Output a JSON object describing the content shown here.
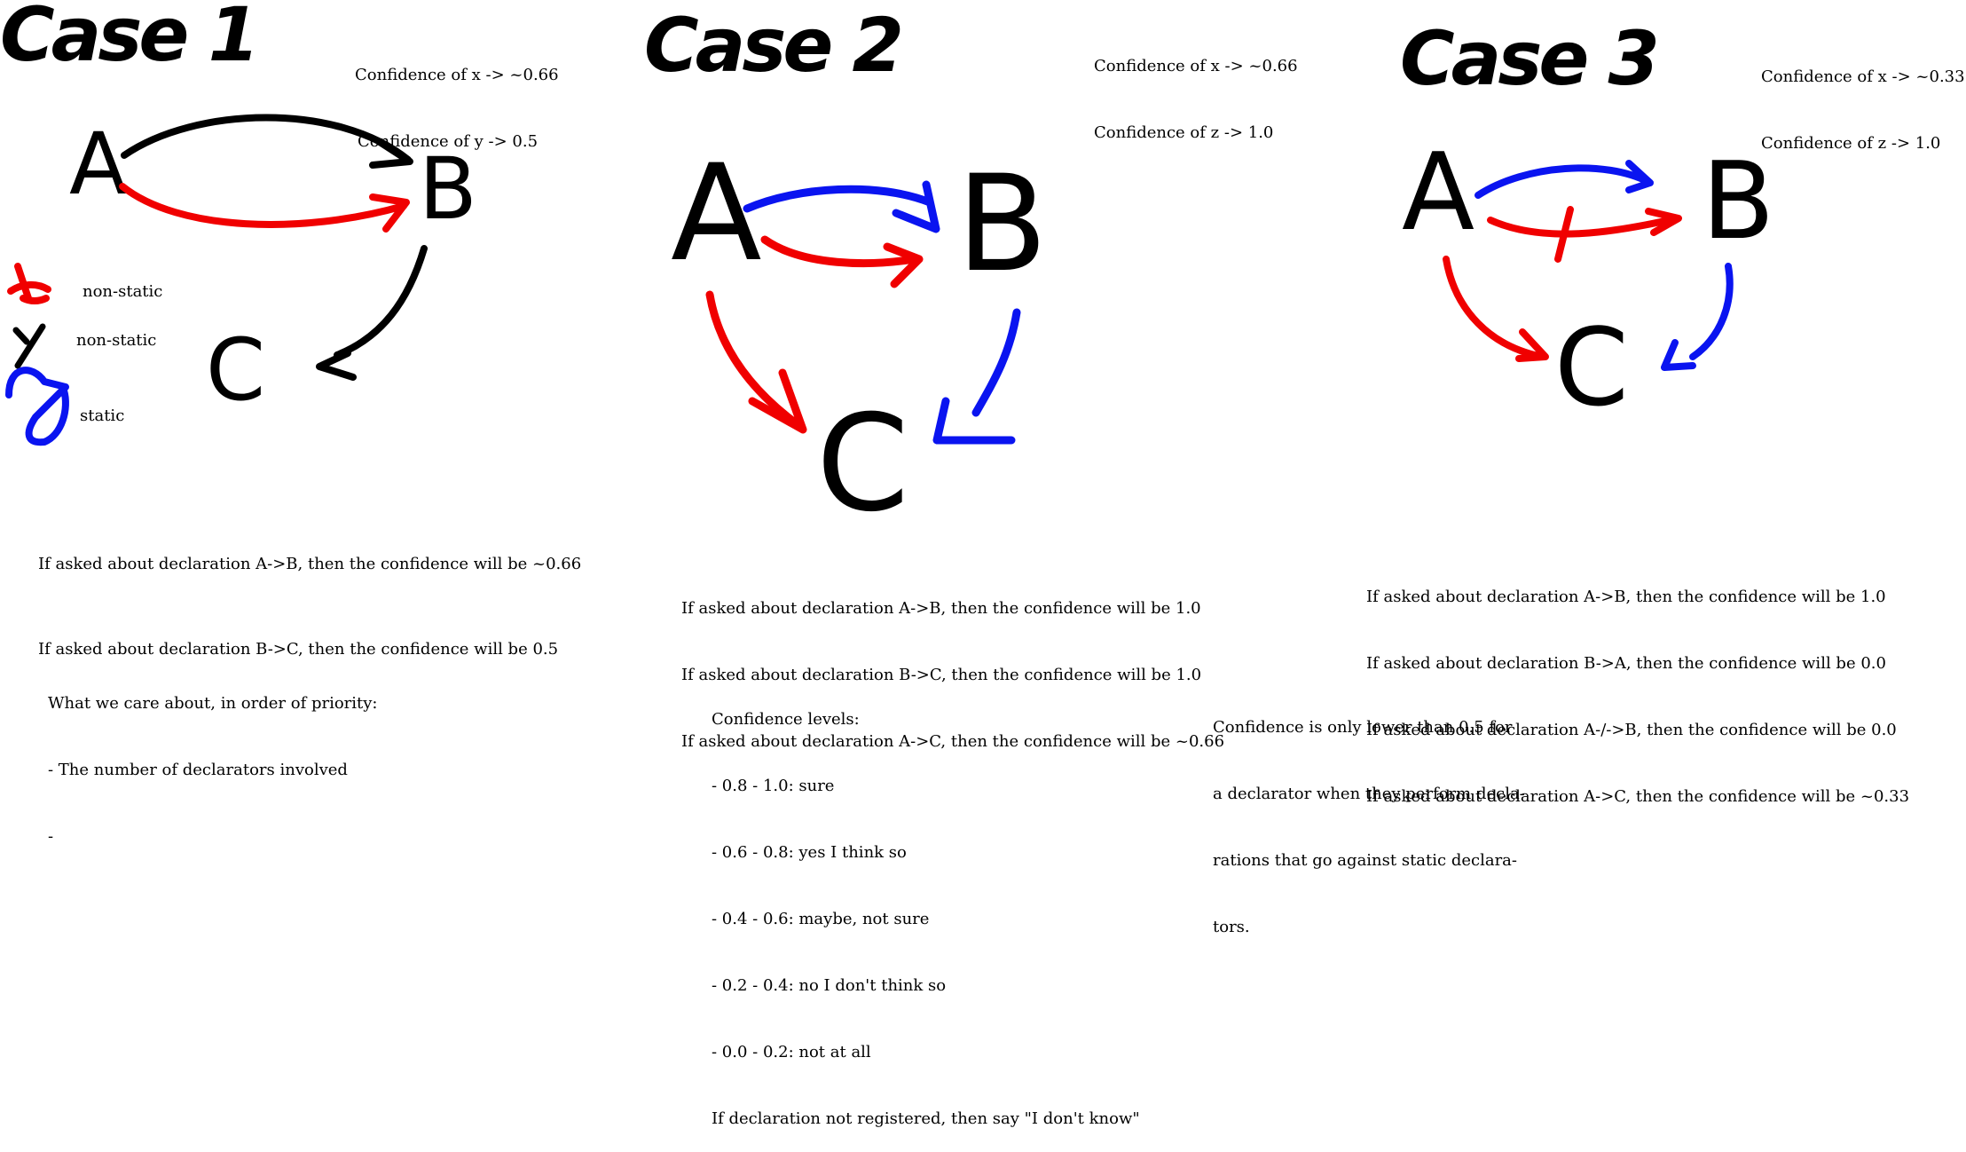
{
  "colors": {
    "ink": "#000000",
    "red": "#f00000",
    "blue": "#0a14f0",
    "background": "#ffffff"
  },
  "cases": [
    {
      "title": "Case 1",
      "confidence": [
        "Confidence of x -> ~0.66",
        "Confidence of y -> 0.5"
      ],
      "nodes": [
        "A",
        "B",
        "C"
      ],
      "questions": [
        "If asked about declaration A->B, then the confidence will be ~0.66",
        "If asked about declaration B->C, then the confidence will be 0.5"
      ]
    },
    {
      "title": "Case 2",
      "confidence": [
        "Confidence of x -> ~0.66",
        "Confidence of z -> 1.0"
      ],
      "nodes": [
        "A",
        "B",
        "C"
      ],
      "questions": [
        "If asked about declaration A->B, then the confidence will be 1.0",
        "If asked about declaration B->C, then the confidence will be 1.0",
        "If asked about declaration A->C, then the confidence will be ~0.66"
      ]
    },
    {
      "title": "Case 3",
      "confidence": [
        "Confidence of x -> ~0.33",
        "Confidence of z -> 1.0"
      ],
      "nodes": [
        "A",
        "B",
        "C"
      ],
      "questions": [
        "If asked about declaration A->B, then the confidence will be 1.0",
        "If asked about declaration B->A, then the confidence will be 0.0",
        "If asked about declaration A-/->B, then the confidence will be 0.0",
        "If asked about declaration A->C, then the confidence will be ~0.33"
      ]
    }
  ],
  "legend": [
    {
      "symbol": "x",
      "label": "non-static",
      "color": "#f00000"
    },
    {
      "symbol": "y",
      "label": "non-static",
      "color": "#000000"
    },
    {
      "symbol": "z",
      "label": "static",
      "color": "#0a14f0"
    }
  ],
  "priorities": {
    "heading": "What we care about, in order of priority:",
    "items": [
      "- The number of declarators involved",
      "-"
    ]
  },
  "confidence_levels": {
    "heading": "Confidence levels:",
    "items": [
      "- 0.8 - 1.0: sure",
      "- 0.6 - 0.8: yes I think so",
      "- 0.4 - 0.6: maybe, not sure",
      "- 0.2 - 0.4: no I don't think so",
      "- 0.0 - 0.2: not at all"
    ],
    "footer": "If declaration not registered, then say \"I don't know\""
  },
  "note": [
    "Confidence is only lower than 0.5 for",
    "a declarator when they perform decla-",
    "rations that go against static declara-",
    "tors."
  ]
}
